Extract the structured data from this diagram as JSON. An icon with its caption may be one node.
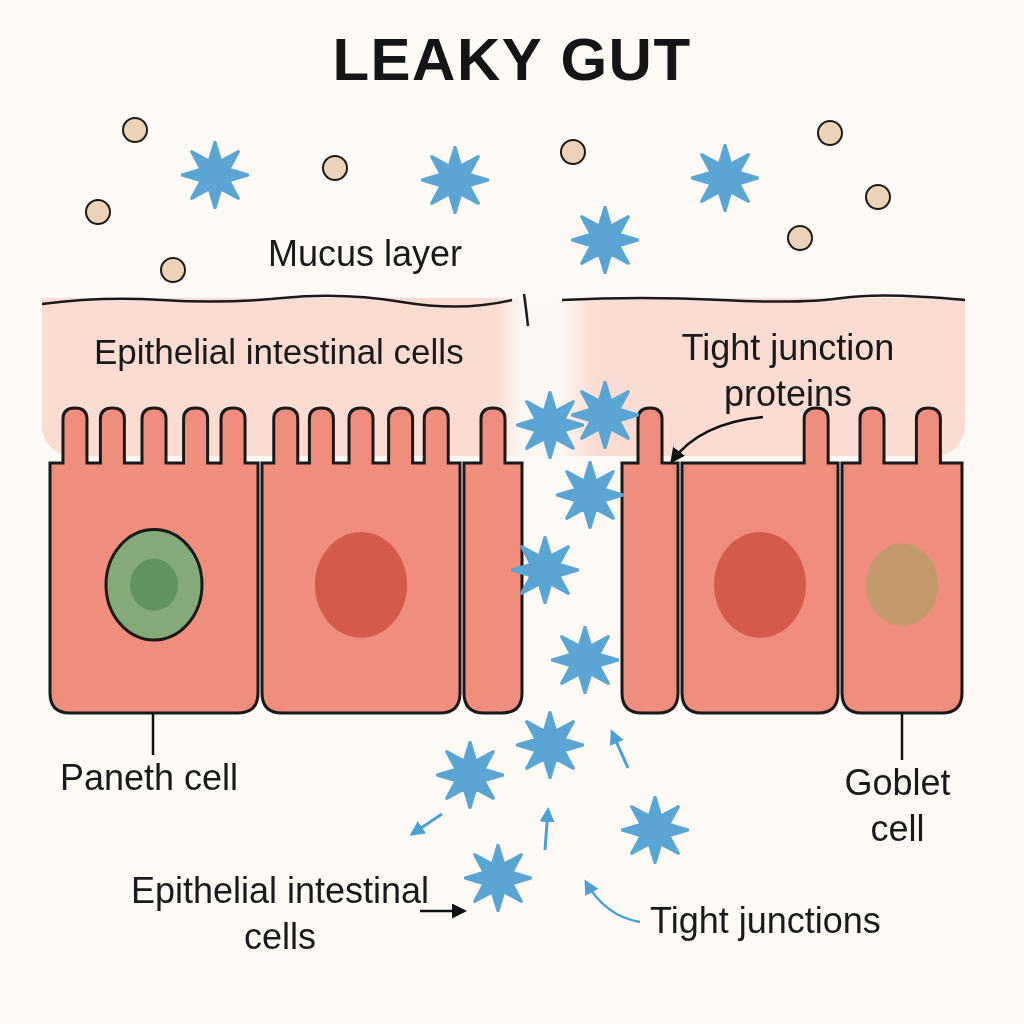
{
  "diagram": {
    "title": "LEAKY GUT",
    "nodes": [
      {
        "text": [
          "Epithelial intestinal cells"
        ]
      },
      {
        "text": [
          "Tight junction proteins"
        ],
        "in": 0
      },
      {
        "text": [],
        "shape": "box"
      },
      {
        "text": [],
        "shape": "box"
      },
      {
        "text": [],
        "shape": "box"
      },
      {
        "text": [],
        "shape": "box"
      },
      {
        "text": [],
        "shape": "box"
      },
      {
        "text": [],
        "shape": "box"
      },
      {
        "text": [
          "Paneth cell"
        ]
      },
      {
        "text": [
          "Goblet cell"
        ]
      },
      {
        "text": [
          "Epithelial intestinal cells"
        ]
      },
      {
        "text": [
          "Tight junctions"
        ]
      },
      {
        "text": [],
        "shape": "star"
      }
    ],
    "edges": [
      {
        "from": 8,
        "to": 2,
        "arrow": "none"
      },
      {
        "from": 9,
        "to": 7,
        "arrow": "none"
      },
      {
        "from": 1,
        "to": 5,
        "arrow": "to"
      },
      {
        "from": 10,
        "to": 12,
        "arrow": "to"
      },
      {
        "from": 11,
        "to": null,
        "arrow": "to",
        "color": "#4a9fd4"
      }
    ],
    "labels": [
      "Mucus layer"
    ]
  }
}
